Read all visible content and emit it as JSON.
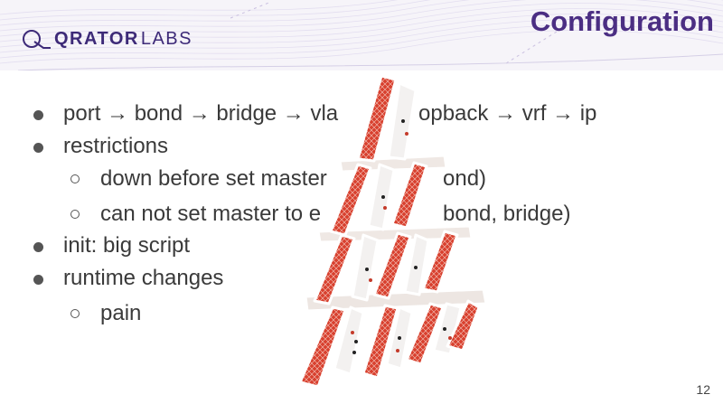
{
  "header": {
    "logo_primary": "QRATOR",
    "logo_secondary": "LABS",
    "title": "Configuration",
    "logo_color": "#3d2a78",
    "title_color": "#4b2e83"
  },
  "bullets": [
    {
      "level": 1,
      "text": "port → bond → bridge → vla"
    },
    {
      "level": 1,
      "text": "restrictions"
    },
    {
      "level": 2,
      "text": "down before set master"
    },
    {
      "level": 2,
      "text": "can not set master to e"
    },
    {
      "level": 1,
      "text": "init: big script"
    },
    {
      "level": 1,
      "text": "runtime changes"
    },
    {
      "level": 2,
      "text": "pain"
    }
  ],
  "bullet_tails": [
    {
      "text": "opback → vrf → ip"
    },
    {
      "text": "ond)"
    },
    {
      "text": "bond, bridge)"
    }
  ],
  "image": {
    "icon": "house-of-cards-image",
    "card_color": "#d8402e"
  },
  "footer": {
    "page_number": "12"
  }
}
